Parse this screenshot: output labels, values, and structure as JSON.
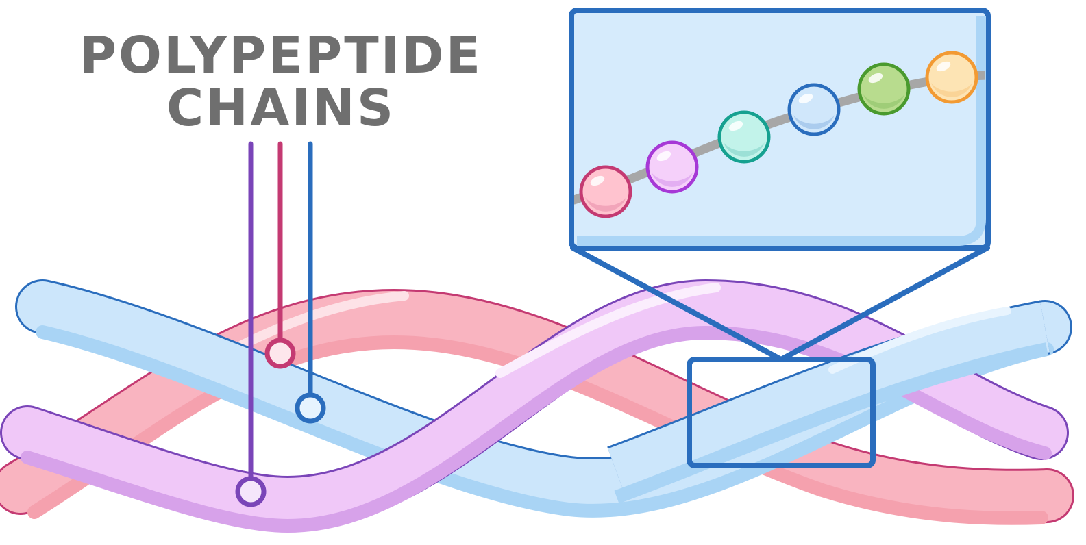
{
  "title": {
    "line1": "POLYPEPTIDE",
    "line2": "CHAINS"
  },
  "colors": {
    "pink_chain": "#f9b4c0",
    "pink_outline": "#c43a72",
    "violet_chain": "#f0c8f8",
    "violet_outline": "#7a45b8",
    "blue_chain": "#cce6fb",
    "blue_outline": "#2a6dbd",
    "inset_background": "#d6ebfc",
    "backbone_line": "#a7a7a7",
    "title_text": "#6f6f6f"
  },
  "callouts": [
    {
      "chain": "violet",
      "color": "#7a45b8"
    },
    {
      "chain": "pink",
      "color": "#c43a72"
    },
    {
      "chain": "blue",
      "color": "#2a6dbd"
    }
  ],
  "amino_acids": [
    {
      "fill": "#ffc3cf",
      "stroke": "#c43a72"
    },
    {
      "fill": "#f5d0fa",
      "stroke": "#a638d6"
    },
    {
      "fill": "#c2f3ea",
      "stroke": "#16a190"
    },
    {
      "fill": "#d0e7fb",
      "stroke": "#2a6dbd"
    },
    {
      "fill": "#b8dc8e",
      "stroke": "#4a9a2e"
    },
    {
      "fill": "#fde4b4",
      "stroke": "#f29a33"
    }
  ]
}
